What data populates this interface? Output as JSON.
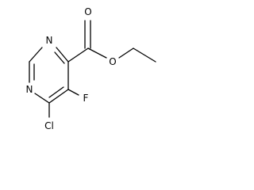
{
  "molecule": {
    "atoms": {
      "n_top": "N",
      "n_left": "N",
      "o_carbonyl": "O",
      "o_ester": "O",
      "f": "F",
      "cl": "Cl"
    }
  }
}
